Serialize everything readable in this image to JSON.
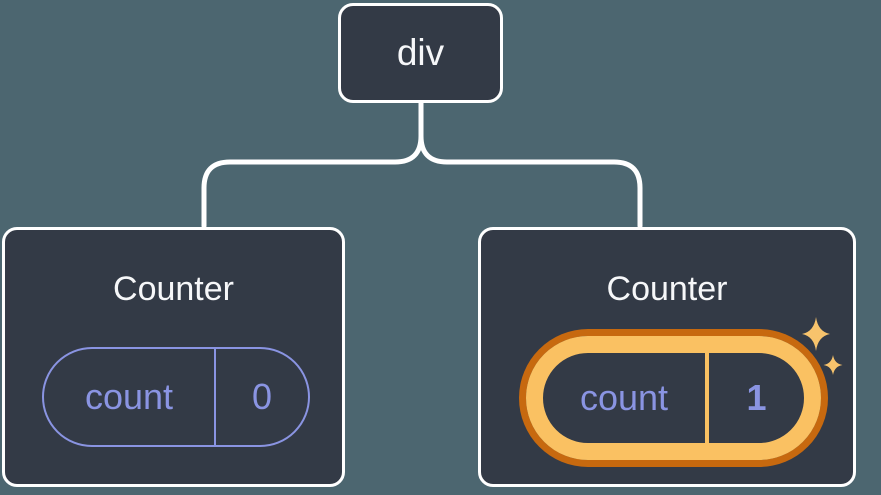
{
  "diagram": {
    "kind": "component-tree",
    "root": {
      "label": "div"
    },
    "children": [
      {
        "label": "Counter",
        "state": {
          "key": "count",
          "value": "0"
        },
        "highlighted": false
      },
      {
        "label": "Counter",
        "state": {
          "key": "count",
          "value": "1"
        },
        "highlighted": true
      }
    ]
  },
  "colors": {
    "bg": "#4C6670",
    "node-fill": "#333A46",
    "node-border": "#FFFFFF",
    "connector": "#FFFFFF",
    "text": "#F6F7F9",
    "purple": "#8A94E2",
    "orange-light": "#FAC162",
    "orange-dark": "#C7690F",
    "sparkle": "#F7C36C"
  }
}
